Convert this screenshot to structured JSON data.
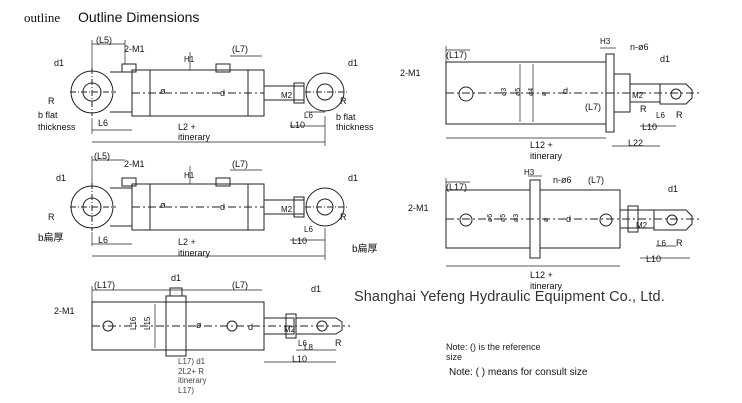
{
  "header": {
    "label_small": "outline",
    "title": "Outline Dimensions"
  },
  "watermark": {
    "company": "Shanghai Yefeng Hydraulic Equipment Co., Ltd."
  },
  "notes": {
    "reference": "Note: () is the reference size",
    "consult": "Note: (  ) means for consult size",
    "faint_overlay": "L17) d1\n2L2+ R\nitinerary\nL17)"
  },
  "figures": {
    "fig1": {
      "L5": "(L5)",
      "M1": "2-M1",
      "L7": "(L7)",
      "H1": "H1",
      "d1a": "d1",
      "d1b": "d1",
      "phi": "ø",
      "d": "d",
      "M2": "M2",
      "R1": "R",
      "R2": "R",
      "L6a": "L6",
      "L6b": "L6",
      "L10": "L10",
      "L2": "L2 +",
      "itin": "itinerary",
      "bthick1": "b flat",
      "bthick1b": "thickness",
      "bthick2": "b flat",
      "bthick2b": "thickness"
    },
    "fig2": {
      "L5": "(L5)",
      "M1": "2-M1",
      "L7": "(L7)",
      "H1": "H1",
      "d1a": "d1",
      "d1b": "d1",
      "phi": "ø",
      "d": "d",
      "M2": "M2",
      "R1": "R",
      "R2": "R",
      "L6a": "L6",
      "L6b": "L6",
      "L10": "L10",
      "L2": "L2 +",
      "itin": "itinerary",
      "b1": "b扁厚",
      "b2": "b扁厚"
    },
    "fig3": {
      "L17": "(L17)",
      "d1a": "d1",
      "L7": "(L7)",
      "d1b": "d1",
      "M1": "2-M1",
      "L16": "L16",
      "L15": "L15",
      "phi": "ø",
      "d": "d",
      "M2": "M2",
      "R": "R",
      "L6": "L6",
      "L8": "L8",
      "L10": "L10"
    },
    "fig4": {
      "L17": "(L17)",
      "H3": "H3",
      "n6": "n-ø6",
      "M1": "2-M1",
      "p3": "ø3",
      "p5": "ø5",
      "p4": "ø4",
      "p": "ø",
      "d": "d",
      "L7": "(L7)",
      "d1": "d1",
      "M2": "M2",
      "R1": "R",
      "R2": "R",
      "L6": "L6",
      "L10": "L10",
      "L22": "L22",
      "L12": "L12 +",
      "itin": "itinerary"
    },
    "fig5": {
      "L17": "(L17)",
      "H3": "H3",
      "n6": "n-ø6",
      "L7": "(L7)",
      "M1": "2-M1",
      "p6": "ø6",
      "p5": "ø5",
      "p3": "ø3",
      "p": "ø",
      "d": "d",
      "d1": "d1",
      "M2": "M2",
      "R": "R",
      "L6": "L6",
      "L10": "L10",
      "L12": "L12 +",
      "itin": "itinerary"
    }
  }
}
